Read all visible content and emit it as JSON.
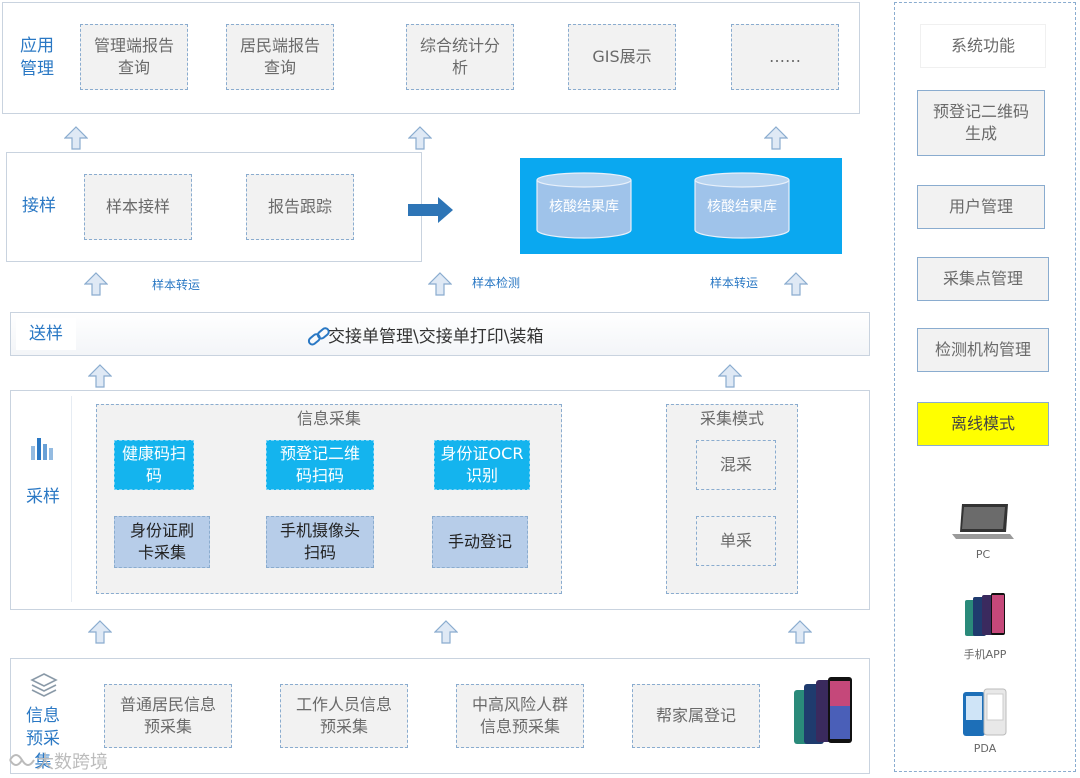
{
  "app_layer": {
    "label": "应用\n管理",
    "items": [
      "管理端报告\n查询",
      "居民端报告\n查询",
      "综合统计分\n析",
      "GIS展示",
      "……"
    ]
  },
  "receive_layer": {
    "label": "接样",
    "items": [
      "样本接样",
      "报告跟踪"
    ]
  },
  "database": {
    "items": [
      "核酸结果库",
      "核酸结果库"
    ]
  },
  "flow_labels": [
    "样本转运",
    "样本检测",
    "样本转运"
  ],
  "send_layer": {
    "label": "送样",
    "text": "交接单管理\\交接单打印\\装箱"
  },
  "sample_layer": {
    "label": "采样",
    "info_title": "信息采集",
    "cyan_items": [
      "健康码扫\n码",
      "预登记二维\n码扫码",
      "身份证OCR\n识别"
    ],
    "blue_items": [
      "身份证刷\n卡采集",
      "手机摄像头\n扫码",
      "手动登记"
    ],
    "mode_title": "采集模式",
    "mode_items": [
      "混采",
      "单采"
    ]
  },
  "pre_layer": {
    "label": "信息\n预采\n集",
    "items": [
      "普通居民信息\n预采集",
      "工作人员信息\n预采集",
      "中高风险人群\n信息预采集",
      "帮家属登记"
    ]
  },
  "right_panel": {
    "title": "系统功能",
    "items": [
      "预登记二维码\n生成",
      "用户管理",
      "采集点管理",
      "检测机构管理"
    ],
    "offline": "离线模式",
    "devices": [
      "PC",
      "手机APP",
      "PDA"
    ]
  },
  "watermark": "大数跨境",
  "colors": {
    "cyan": "#14b4ee",
    "db_bg": "#0aa8f0",
    "offline": "#ffff00",
    "accent": "#2a78c4"
  }
}
